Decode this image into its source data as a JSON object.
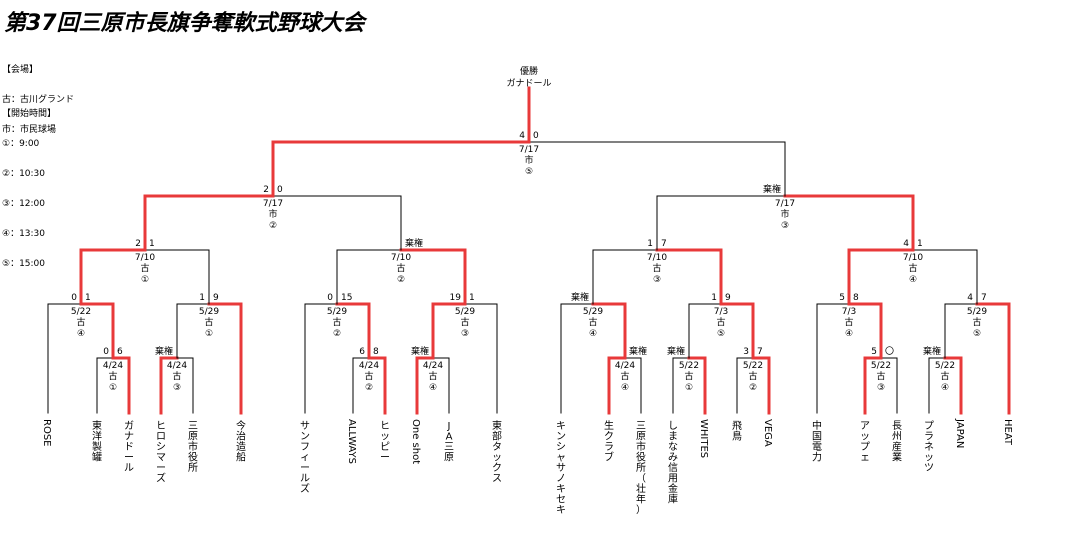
{
  "title": "第37回三原市長旗争奪軟式野球大会",
  "venue_legend": {
    "heading": "【会場】",
    "items": [
      "古：古川グランド",
      "市：市民球場"
    ]
  },
  "time_legend": {
    "heading": "【開始時間】",
    "items": [
      "①：9:00",
      "②：10:30",
      "③：12:00",
      "④：13:30",
      "⑤：15:00"
    ]
  },
  "champion": {
    "label": "優勝",
    "team": "ガナドール"
  },
  "teams": [
    "ROSE",
    "東洋製罐",
    "ガナドール",
    "ヒロシマーズ",
    "三原市役所",
    "今治造船",
    "サンフィールズ",
    "ALLWAYS",
    "ヒッピー",
    "One shot",
    "JA三原",
    "東部タックス",
    "キンシャサノキセキ",
    "生クラブ",
    "三原市役所（壮年）",
    "しまなみ信用金庫",
    "WHITES",
    "飛鳥",
    "VEGA",
    "中国電力",
    "アップェ",
    "長州産業",
    "プラネッツ",
    "JAPAN",
    "HEAT"
  ],
  "matches": [
    {
      "id": "F",
      "date": "7/17",
      "venue": "市",
      "slot": "⑤",
      "score_left": "4",
      "score_right": "0"
    },
    {
      "id": "SF1",
      "date": "7/17",
      "venue": "市",
      "slot": "②",
      "score_left": "2",
      "score_right": "0"
    },
    {
      "id": "SF2",
      "date": "7/17",
      "venue": "市",
      "slot": "③",
      "score_left": "棄権",
      "score_right": ""
    },
    {
      "id": "QF1",
      "date": "7/10",
      "venue": "古",
      "slot": "①",
      "score_left": "2",
      "score_right": "1"
    },
    {
      "id": "QF2",
      "date": "7/10",
      "venue": "古",
      "slot": "②",
      "score_left": "",
      "score_right": "棄権"
    },
    {
      "id": "QF3",
      "date": "7/10",
      "venue": "古",
      "slot": "③",
      "score_left": "1",
      "score_right": "7"
    },
    {
      "id": "QF4",
      "date": "7/10",
      "venue": "古",
      "slot": "④",
      "score_left": "4",
      "score_right": "1"
    },
    {
      "id": "R2a",
      "date": "5/22",
      "venue": "古",
      "slot": "④",
      "score_left": "0",
      "score_right": "1"
    },
    {
      "id": "R2b",
      "date": "5/29",
      "venue": "古",
      "slot": "①",
      "score_left": "1",
      "score_right": "9"
    },
    {
      "id": "R2c",
      "date": "5/29",
      "venue": "古",
      "slot": "②",
      "score_left": "0",
      "score_right": "15"
    },
    {
      "id": "R2d",
      "date": "5/29",
      "venue": "古",
      "slot": "③",
      "score_left": "19",
      "score_right": "1"
    },
    {
      "id": "R2e",
      "date": "5/29",
      "venue": "古",
      "slot": "④",
      "score_left": "棄権",
      "score_right": ""
    },
    {
      "id": "R2f",
      "date": "7/3",
      "venue": "古",
      "slot": "⑤",
      "score_left": "1",
      "score_right": "9"
    },
    {
      "id": "R2g",
      "date": "7/3",
      "venue": "古",
      "slot": "④",
      "score_left": "5",
      "score_right": "8"
    },
    {
      "id": "R2h",
      "date": "5/29",
      "venue": "古",
      "slot": "⑤",
      "score_left": "4",
      "score_right": "7"
    },
    {
      "id": "R1a",
      "date": "4/24",
      "venue": "古",
      "slot": "①",
      "score_left": "0",
      "score_right": "6"
    },
    {
      "id": "R1b",
      "date": "4/24",
      "venue": "古",
      "slot": "③",
      "score_left": "棄権",
      "score_right": ""
    },
    {
      "id": "R1c",
      "date": "4/24",
      "venue": "古",
      "slot": "②",
      "score_left": "6",
      "score_right": "8"
    },
    {
      "id": "R1d",
      "date": "4/24",
      "venue": "古",
      "slot": "④",
      "score_left": "棄権",
      "score_right": ""
    },
    {
      "id": "R1e",
      "date": "4/24",
      "venue": "古",
      "slot": "④",
      "score_left": "",
      "score_right": "棄権"
    },
    {
      "id": "R1f",
      "date": "5/22",
      "venue": "古",
      "slot": "①",
      "score_left": "棄権",
      "score_right": ""
    },
    {
      "id": "R1g",
      "date": "5/22",
      "venue": "古",
      "slot": "②",
      "score_left": "3",
      "score_right": "7"
    },
    {
      "id": "R1h",
      "date": "5/22",
      "venue": "古",
      "slot": "③",
      "score_left": "5",
      "score_right": "〇"
    },
    {
      "id": "R1i",
      "date": "5/22",
      "venue": "古",
      "slot": "④",
      "score_left": "棄権",
      "score_right": ""
    }
  ],
  "colors": {
    "winner_line": "#e8393a",
    "line": "#000000"
  }
}
